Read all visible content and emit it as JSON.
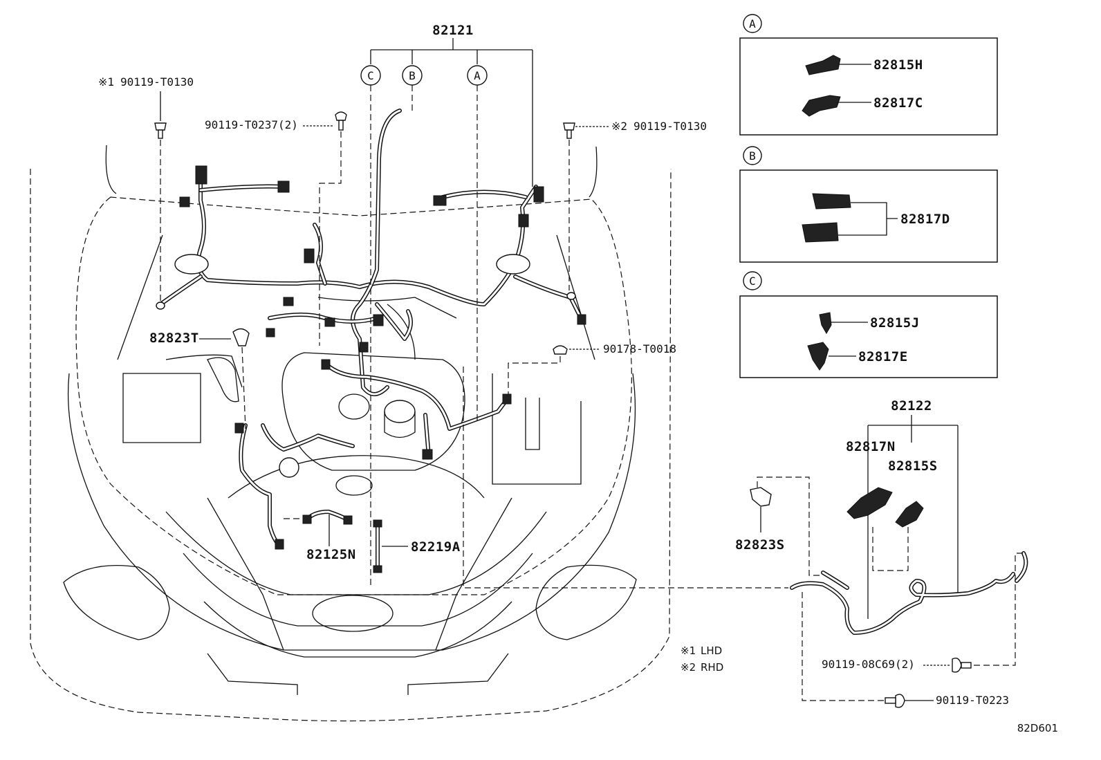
{
  "diagram": {
    "main_harness": "82121",
    "engine_room_labels": {
      "bolt_lhd": "90119-T0130",
      "bolt_lhd_mark": "※1",
      "bolt_center": "90119-T0237(2)",
      "bolt_rhd": "90119-T0130",
      "bolt_rhd_mark": "※2",
      "protector_82823t": "82823T",
      "nut_90178": "90178-T0018",
      "sub_82125n": "82125N",
      "sub_82219a": "82219A"
    },
    "callouts": {
      "a": "A",
      "b": "B",
      "c": "C"
    },
    "box_a": {
      "tag": "A",
      "parts": [
        "82815H",
        "82817C"
      ]
    },
    "box_b": {
      "tag": "B",
      "parts": [
        "82817D"
      ]
    },
    "box_c": {
      "tag": "C",
      "parts": [
        "82815J",
        "82817E"
      ]
    },
    "sub_harness": {
      "number": "82122",
      "parts": [
        "82817N",
        "82815S",
        "82823S"
      ],
      "bolt_a": "90119-08C69(2)",
      "bolt_b": "90119-T0223"
    },
    "legend": {
      "items": [
        {
          "mark": "※1",
          "text": "LHD"
        },
        {
          "mark": "※2",
          "text": "RHD"
        }
      ]
    },
    "figure_code": "82D601"
  }
}
